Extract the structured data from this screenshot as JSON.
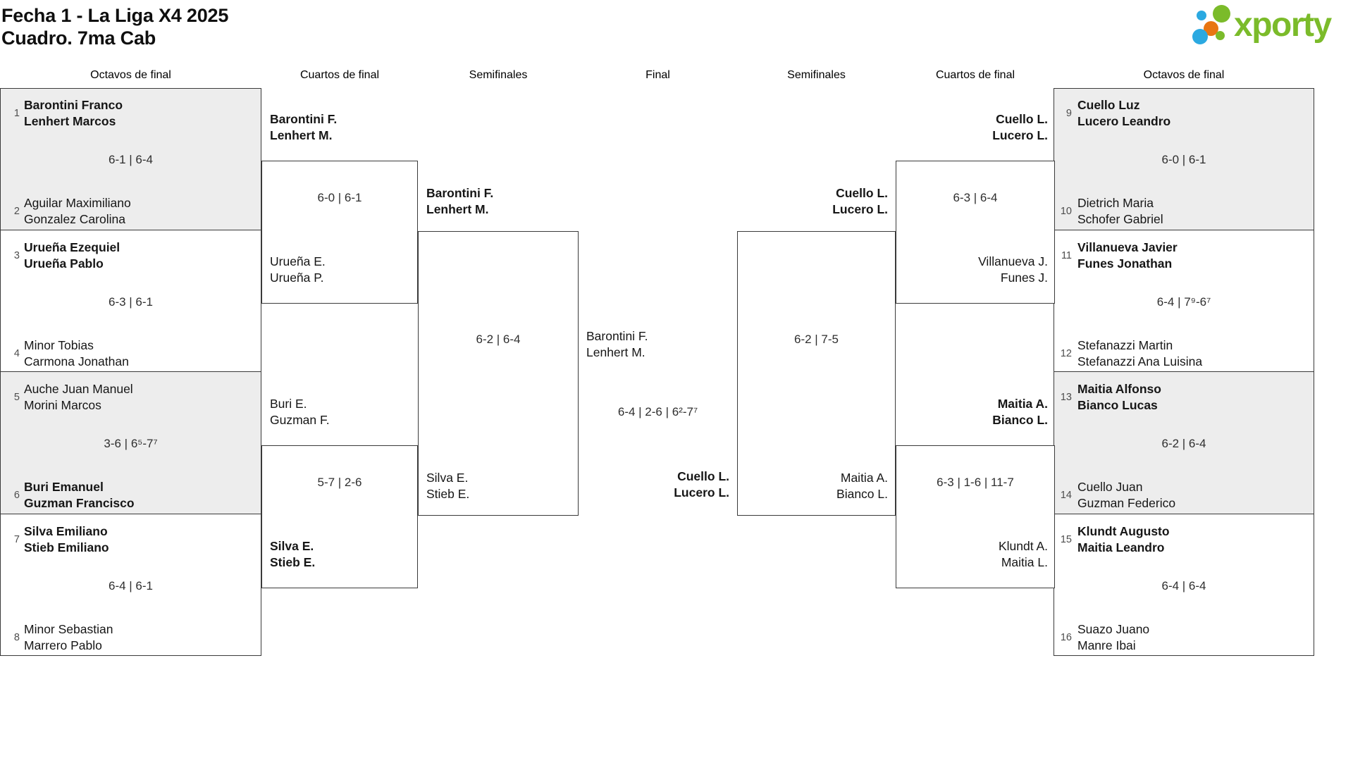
{
  "title": {
    "line1": "Fecha 1 - La Liga X4 2025",
    "line2": "Cuadro. 7ma Cab"
  },
  "logo": {
    "text": "xporty",
    "green": "#7bbb2a",
    "blue": "#2ba9e1",
    "orange": "#e87612"
  },
  "round_headers": [
    "Octavos de final",
    "Cuartos de final",
    "Semifinales",
    "Final",
    "Semifinales",
    "Cuartos de final",
    "Octavos de final"
  ],
  "bracket": {
    "r16L": [
      {
        "seedA": "1",
        "teamA": [
          "Barontini Franco",
          "Lenhert Marcos"
        ],
        "score": "6-1 | 6-4",
        "seedB": "2",
        "teamB": [
          "Aguilar Maximiliano",
          "Gonzalez Carolina"
        ]
      },
      {
        "seedA": "3",
        "teamA": [
          "Urueña Ezequiel",
          "Urueña Pablo"
        ],
        "score": "6-3 | 6-1",
        "seedB": "4",
        "teamB": [
          "Minor Tobias",
          "Carmona Jonathan"
        ]
      },
      {
        "seedA": "5",
        "teamA": [
          "Auche Juan Manuel",
          "Morini Marcos"
        ],
        "score": "3-6 | 6⁵-7⁷",
        "seedB": "6",
        "teamB": [
          "Buri Emanuel",
          "Guzman Francisco"
        ]
      },
      {
        "seedA": "7",
        "teamA": [
          "Silva Emiliano",
          "Stieb Emiliano"
        ],
        "score": "6-4 | 6-1",
        "seedB": "8",
        "teamB": [
          "Minor Sebastian",
          "Marrero Pablo"
        ]
      }
    ],
    "qfL": [
      {
        "teamA": [
          "Barontini F.",
          "Lenhert M."
        ],
        "score": "6-0 | 6-1",
        "teamB": [
          "Urueña E.",
          "Urueña P."
        ]
      },
      {
        "teamA": [
          "Buri E.",
          "Guzman F."
        ],
        "score": "5-7 | 2-6",
        "teamB": [
          "Silva E.",
          "Stieb E."
        ]
      }
    ],
    "sfL": {
      "teamA": [
        "Barontini F.",
        "Lenhert M."
      ],
      "score": "6-2 | 6-4",
      "teamB": [
        "Silva E.",
        "Stieb E."
      ]
    },
    "final": {
      "teamA": [
        "Barontini F.",
        "Lenhert M."
      ],
      "score": "6-4 | 2-6 | 6²-7⁷",
      "teamB": [
        "Cuello L.",
        "Lucero L."
      ]
    },
    "sfR": {
      "teamA": [
        "Cuello L.",
        "Lucero L."
      ],
      "score": "6-2 | 7-5",
      "teamB": [
        "Maitia A.",
        "Bianco L."
      ]
    },
    "qfR": [
      {
        "teamA": [
          "Cuello L.",
          "Lucero L."
        ],
        "score": "6-3 | 6-4",
        "teamB": [
          "Villanueva J.",
          "Funes J."
        ]
      },
      {
        "teamA": [
          "Maitia A.",
          "Bianco L."
        ],
        "score": "6-3 | 1-6 | 11-7",
        "teamB": [
          "Klundt A.",
          "Maitia L."
        ]
      }
    ],
    "r16R": [
      {
        "seedA": "9",
        "teamA": [
          "Cuello Luz",
          "Lucero Leandro"
        ],
        "score": "6-0 | 6-1",
        "seedB": "10",
        "teamB": [
          "Dietrich Maria",
          "Schofer Gabriel"
        ]
      },
      {
        "seedA": "11",
        "teamA": [
          "Villanueva Javier",
          "Funes Jonathan"
        ],
        "score": "6-4 | 7⁹-6⁷",
        "seedB": "12",
        "teamB": [
          "Stefanazzi Martin",
          "Stefanazzi Ana Luisina"
        ]
      },
      {
        "seedA": "13",
        "teamA": [
          "Maitia Alfonso",
          "Bianco Lucas"
        ],
        "score": "6-2 | 6-4",
        "seedB": "14",
        "teamB": [
          "Cuello Juan",
          "Guzman Federico"
        ]
      },
      {
        "seedA": "15",
        "teamA": [
          "Klundt Augusto",
          "Maitia Leandro"
        ],
        "score": "6-4 | 6-4",
        "seedB": "16",
        "teamB": [
          "Suazo Juano",
          "Manre Ibai"
        ]
      }
    ]
  }
}
